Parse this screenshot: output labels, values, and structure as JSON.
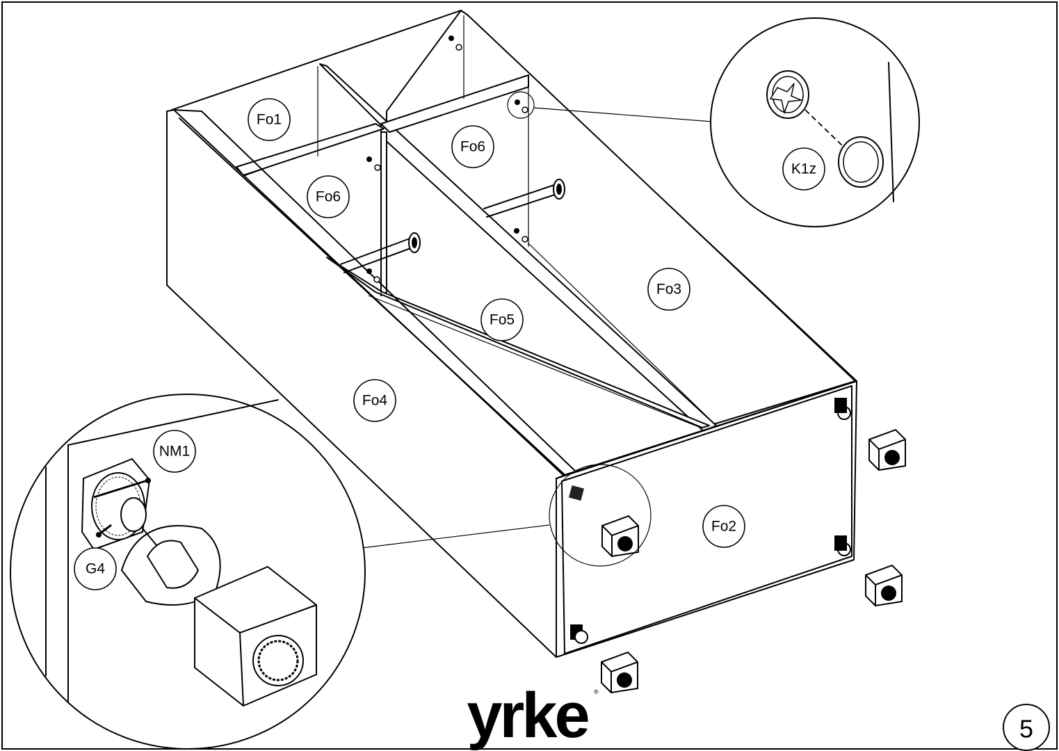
{
  "diagram": {
    "brand": "yrke",
    "registered_mark": "®",
    "step_number": "5",
    "labels": {
      "fo1": "Fo1",
      "fo6_left": "Fo6",
      "fo6_right": "Fo6",
      "fo3": "Fo3",
      "fo5": "Fo5",
      "fo4": "Fo4",
      "fo2": "Fo2",
      "k1z": "K1z",
      "nm1": "NM1",
      "g4": "G4"
    },
    "icons": [
      "cam-lock-icon",
      "cam-cap-icon",
      "leveling-foot-icon",
      "foot-block-icon",
      "screw-icon",
      "dowel-icon"
    ]
  }
}
